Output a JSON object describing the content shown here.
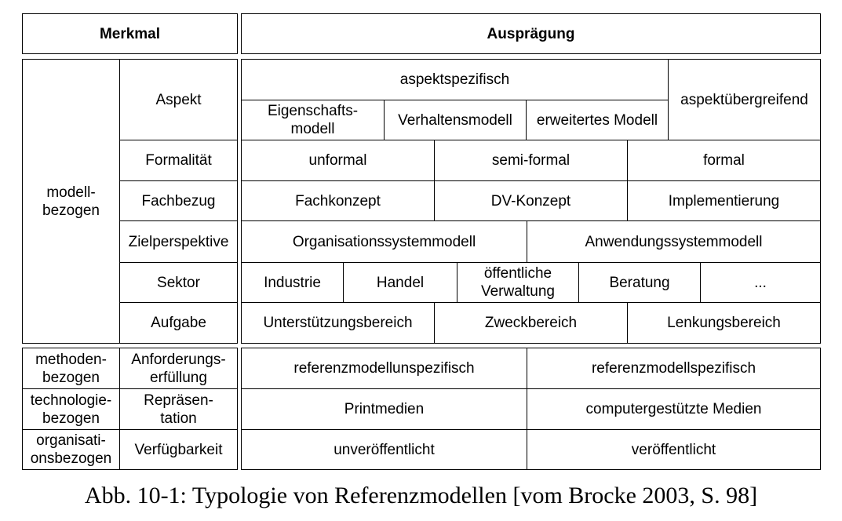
{
  "header": {
    "merkmal": "Merkmal",
    "auspraegung": "Ausprägung"
  },
  "rows": {
    "group_modell": "modell-\nbezogen",
    "aspekt": {
      "label": "Aspekt",
      "spezifisch": "aspektspezifisch",
      "eigenschaft": "Eigenschafts-\nmodell",
      "verhalten": "Verhaltensmodell",
      "erweitert": "erweitertes Modell",
      "uebergreifend": "aspektübergreifend"
    },
    "formalitaet": {
      "label": "Formalität",
      "v1": "unformal",
      "v2": "semi-formal",
      "v3": "formal"
    },
    "fachbezug": {
      "label": "Fachbezug",
      "v1": "Fachkonzept",
      "v2": "DV-Konzept",
      "v3": "Implementierung"
    },
    "zielperspektive": {
      "label": "Zielperspektive",
      "v1": "Organisationssystemmodell",
      "v2": "Anwendungssystemmodell"
    },
    "sektor": {
      "label": "Sektor",
      "v1": "Industrie",
      "v2": "Handel",
      "v3": "öffentliche\nVerwaltung",
      "v4": "Beratung",
      "v5": "..."
    },
    "aufgabe": {
      "label": "Aufgabe",
      "v1": "Unterstützungsbereich",
      "v2": "Zweckbereich",
      "v3": "Lenkungsbereich"
    },
    "methoden": {
      "group": "methoden-\nbezogen",
      "label": "Anforderungs-\nerfüllung",
      "v1": "referenzmodellunspezifisch",
      "v2": "referenzmodellspezifisch"
    },
    "technologie": {
      "group": "technologie-\nbezogen",
      "label": "Repräsen-\ntation",
      "v1": "Printmedien",
      "v2": "computergestützte Medien"
    },
    "organisation": {
      "group": "organisati-\nonsbezogen",
      "label": "Verfügbarkeit",
      "v1": "unveröffentlicht",
      "v2": "veröffentlicht"
    }
  },
  "caption": "Abb. 10-1: Typologie von Referenzmodellen [vom Brocke 2003, S. 98]"
}
